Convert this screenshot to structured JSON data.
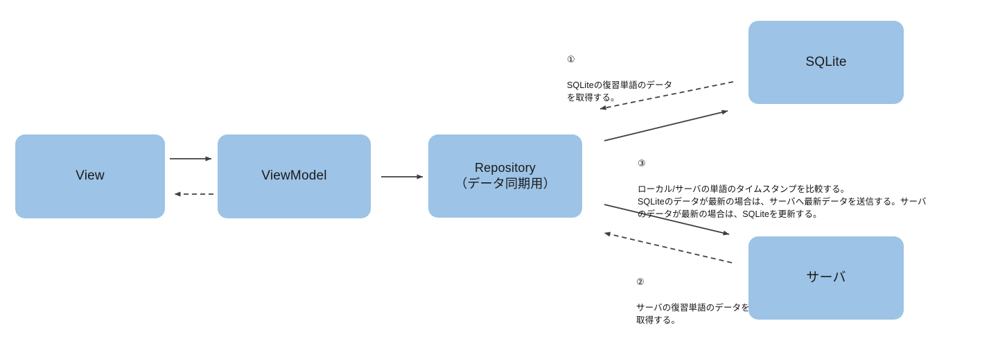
{
  "diagram": {
    "title": "Repository data synchronization flow",
    "accent_color": "#9DC3E6",
    "text_color": "#111111",
    "edge_color": "#404040",
    "nodes": [
      {
        "id": "view",
        "label": "View"
      },
      {
        "id": "viewmodel",
        "label": "ViewModel"
      },
      {
        "id": "repository",
        "label": "Repository\n（データ同期用）"
      },
      {
        "id": "sqlite",
        "label": "SQLite"
      },
      {
        "id": "server",
        "label": "サーバ"
      }
    ],
    "annotations": [
      {
        "id": "step-1",
        "number": "①",
        "text": "SQLiteの復習単語のデータ\nを取得する。"
      },
      {
        "id": "step-2",
        "number": "②",
        "text": "サーバの復習単語のデータを\n取得する。"
      },
      {
        "id": "step-3",
        "number": "③",
        "text": "ローカル/サーバの単語のタイムスタンプを比較する。\nSQLiteのデータが最新の場合は、サーバへ最新データを送信する。サーバ\nのデータが最新の場合は、SQLiteを更新する。"
      }
    ],
    "edges": [
      {
        "id": "view-to-viewmodel",
        "style": "solid",
        "direction": "right"
      },
      {
        "id": "viewmodel-to-view",
        "style": "dashed",
        "direction": "left"
      },
      {
        "id": "viewmodel-to-repository",
        "style": "solid",
        "direction": "right"
      },
      {
        "id": "repository-to-sqlite",
        "style": "solid",
        "direction": "up-right"
      },
      {
        "id": "sqlite-to-repository",
        "style": "dashed",
        "direction": "down-left"
      },
      {
        "id": "repository-to-server",
        "style": "solid",
        "direction": "down-right"
      },
      {
        "id": "server-to-repository",
        "style": "dashed",
        "direction": "up-left"
      }
    ]
  }
}
